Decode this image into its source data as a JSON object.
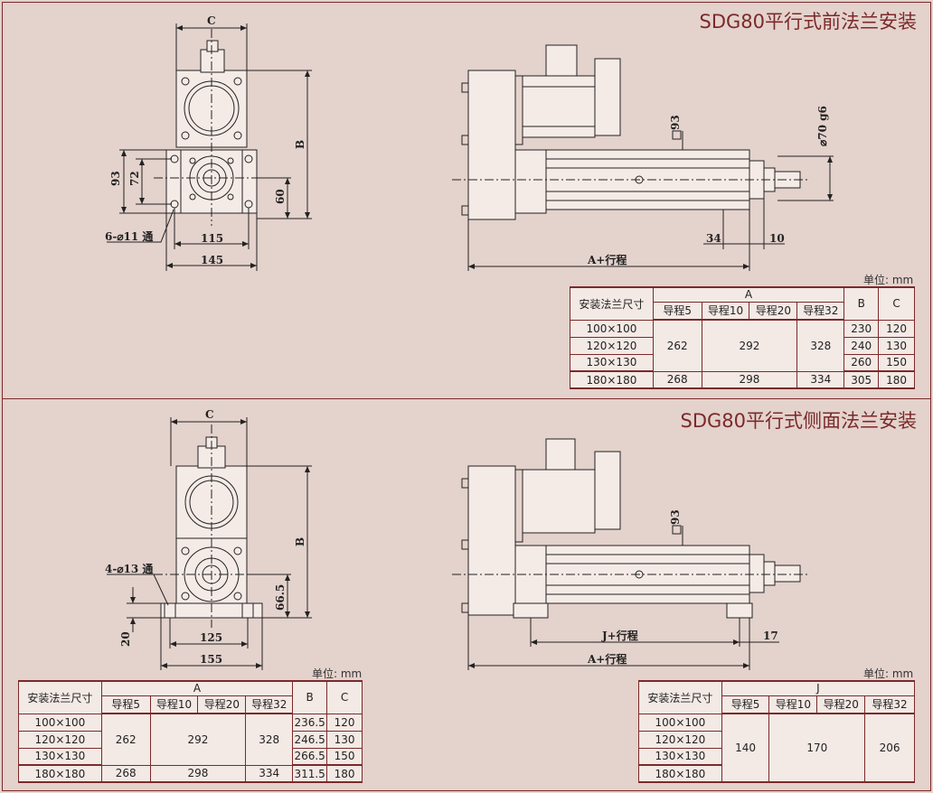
{
  "top": {
    "title": "SDG80平行式前法兰安装",
    "dims": {
      "C": "C",
      "B": "B",
      "d93": "93",
      "d72": "72",
      "d60": "60",
      "holes": "6-⌀11 通",
      "d115": "115",
      "d145": "145",
      "d93b": "93",
      "shaft": "⌀70 g6",
      "d34": "34",
      "d10": "10",
      "A": "A+行程"
    },
    "unit": "单位: mm",
    "table": {
      "h_size": "安装法兰尺寸",
      "h_A": "A",
      "h_B": "B",
      "h_C": "C",
      "leads": [
        "导程5",
        "导程10",
        "导程20",
        "导程32"
      ],
      "sizes": [
        "100×100",
        "120×120",
        "130×130",
        "180×180"
      ],
      "A_5": "262",
      "A_10_20": "292",
      "A_32": "328",
      "A_5_180": "268",
      "A_10_20_180": "298",
      "A_32_180": "334",
      "B": [
        "230",
        "240",
        "260",
        "305"
      ],
      "C": [
        "120",
        "130",
        "150",
        "180"
      ]
    }
  },
  "bottom": {
    "title": "SDG80平行式侧面法兰安装",
    "dims": {
      "C": "C",
      "B": "B",
      "holes": "4-⌀13 通",
      "d66": "66.5",
      "d20": "20",
      "d125": "125",
      "d155": "155",
      "d93": "93",
      "J": "J+行程",
      "d17": "17",
      "A": "A+行程"
    },
    "unit_left": "单位: mm",
    "unit_right": "单位: mm",
    "tableA": {
      "h_size": "安装法兰尺寸",
      "h_A": "A",
      "h_B": "B",
      "h_C": "C",
      "leads": [
        "导程5",
        "导程10",
        "导程20",
        "导程32"
      ],
      "sizes": [
        "100×100",
        "120×120",
        "130×130",
        "180×180"
      ],
      "A_5": "262",
      "A_10_20": "292",
      "A_32": "328",
      "A_5_180": "268",
      "A_10_20_180": "298",
      "A_32_180": "334",
      "B": [
        "236.5",
        "246.5",
        "266.5",
        "311.5"
      ],
      "C": [
        "120",
        "130",
        "150",
        "180"
      ]
    },
    "tableJ": {
      "h_size": "安装法兰尺寸",
      "h_J": "J",
      "leads": [
        "导程5",
        "导程10",
        "导程20",
        "导程32"
      ],
      "sizes": [
        "100×100",
        "120×120",
        "130×130",
        "180×180"
      ],
      "J_5": "140",
      "J_10_20": "170",
      "J_32": "206"
    }
  },
  "colors": {
    "background": "#e4d2cc",
    "accent": "#7a2a2a",
    "line": "#222222"
  }
}
